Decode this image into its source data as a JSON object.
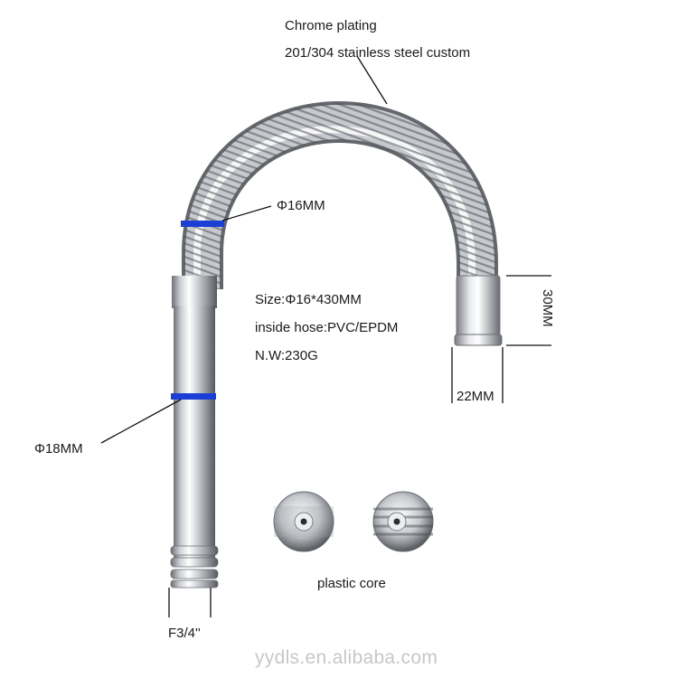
{
  "labels": {
    "finish": "Chrome plating",
    "material": "201/304 stainless steel custom",
    "hose_diameter": "Φ16MM",
    "pipe_diameter": "Φ18MM",
    "end_height": "30MM",
    "end_width": "22MM",
    "thread": "F3/4''",
    "core": "plastic core"
  },
  "specs": {
    "size": "Size:Φ16*430MM",
    "inside_hose": "inside hose:PVC/EPDM",
    "weight": "N.W:230G"
  },
  "watermark": "yydls.en.alibaba.com",
  "colors": {
    "marker": "#1b3fd6",
    "chrome_dark": "#7d8086",
    "chrome_light": "#f4f5f7"
  }
}
